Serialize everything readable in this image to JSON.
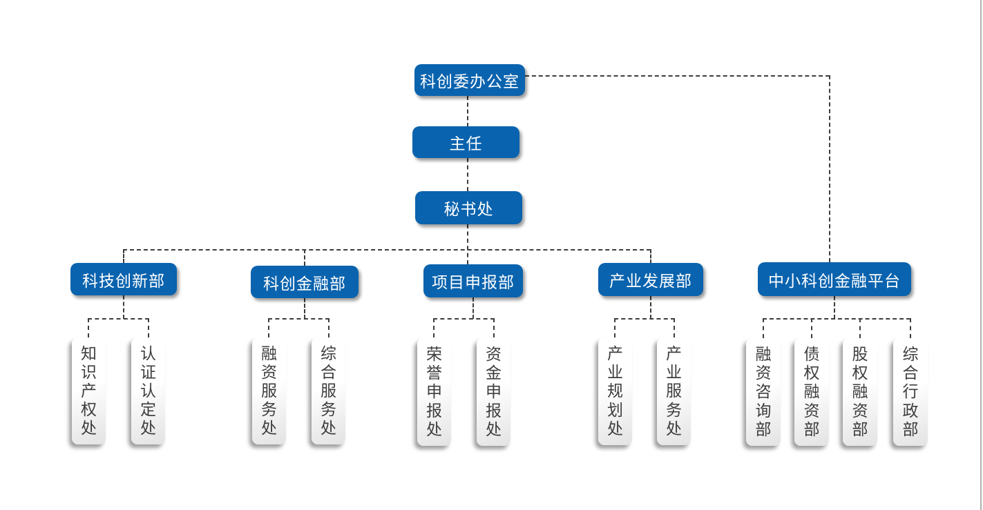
{
  "page": {
    "background": "#ffffff"
  },
  "org_chart": {
    "root": {
      "label": "科创委办公室"
    },
    "director": {
      "label": "主任"
    },
    "secretariat": {
      "label": "秘书处"
    },
    "departments": [
      {
        "label": "科技创新部",
        "children": [
          "知识产权处",
          "认证认定处"
        ]
      },
      {
        "label": "科创金融部",
        "children": [
          "融资服务处",
          "综合服务处"
        ]
      },
      {
        "label": "项目申报部",
        "children": [
          "荣誉申报处",
          "资金申报处"
        ]
      },
      {
        "label": "产业发展部",
        "children": [
          "产业规划处",
          "产业服务处"
        ]
      },
      {
        "label": "中小科创金融平台",
        "children": [
          "融资咨询部",
          "债权融资部",
          "股权融资部",
          "综合行政部"
        ]
      }
    ],
    "colors": {
      "node_fill": "#0a63ae",
      "node_text": "#ffffff",
      "subnode_text": "#3d3d3d",
      "connector": "#3c3c3c"
    }
  }
}
